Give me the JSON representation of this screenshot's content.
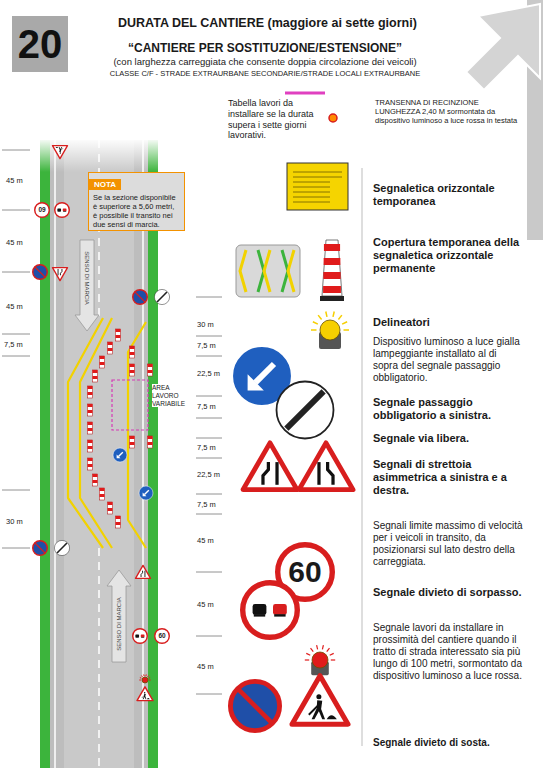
{
  "diagram": {
    "title": "DURATA DEL CANTIERE (maggiore ai sette giorni)",
    "nodes": [
      {
        "text": [
          "20"
        ]
      },
      {
        "text": [
          "NOTA",
          "Se la sezione disponibile è superiore a 5,60 metri, è possibile il transito nei due sensi di marcia."
        ]
      }
    ],
    "labels": [
      "“CANTIERE PER SOSTITUZIONE/ESTENSIONE”",
      "(con larghezza carreggiata che consente doppia circolazione dei veicoli)",
      "CLASSE C/F - STRADE EXTRAURBANE SECONDARIE/STRADE LOCALI EXTRAURBANE",
      "45 m",
      "09",
      "45 m",
      "SENSO DI MARCIA",
      "45 m",
      "30 m",
      "7,5 m",
      "7,5 m",
      "22,5 m",
      "AREA LAVORO VARIABILE",
      "7,5 m",
      "7,5 m",
      "22,5 m",
      "7,5 m",
      "30 m",
      "45 m",
      "SENSO DI MARCIA",
      "45 m",
      "60",
      "45 m",
      "60"
    ],
    "legend": [
      {
        "text": "TRANSENNA DI RECINZIONE LUNGHEZZA 2,40 M sormontata da dispositivo luminoso a luce rossa in testata"
      },
      {
        "text": "Tabella lavori da installare se la durata supera i sette giorni lavorativi."
      },
      {
        "text": "Segnaletica orizzontale temporanea"
      },
      {
        "text": "Copertura temporanea della segnaletica orizzontale permanente"
      },
      {
        "text": "Delineatori"
      },
      {
        "text": "Dispositivo luminoso a luce gialla lampeggiante installato al di sopra del segnale passaggio obbligatorio."
      },
      {
        "text": "Segnale passaggio obbligatorio a sinistra."
      },
      {
        "text": "Segnale via libera."
      },
      {
        "text": "Segnali di strettoia asimmetrica a sinistra e a destra."
      },
      {
        "text": "Segnali limite massimo di velocità per i veicoli in transito, da posizionarsi sul lato destro della carreggiata."
      },
      {
        "text": "Segnale divieto di sorpasso."
      },
      {
        "text": "Segnale lavori da installare in prossimità del cantiere quando il tratto di strada interessato sia più lungo di 100 metri, sormontato da dispositivo luminoso a luce rossa."
      },
      {
        "text": "Segnale divieto di sosta."
      }
    ]
  }
}
